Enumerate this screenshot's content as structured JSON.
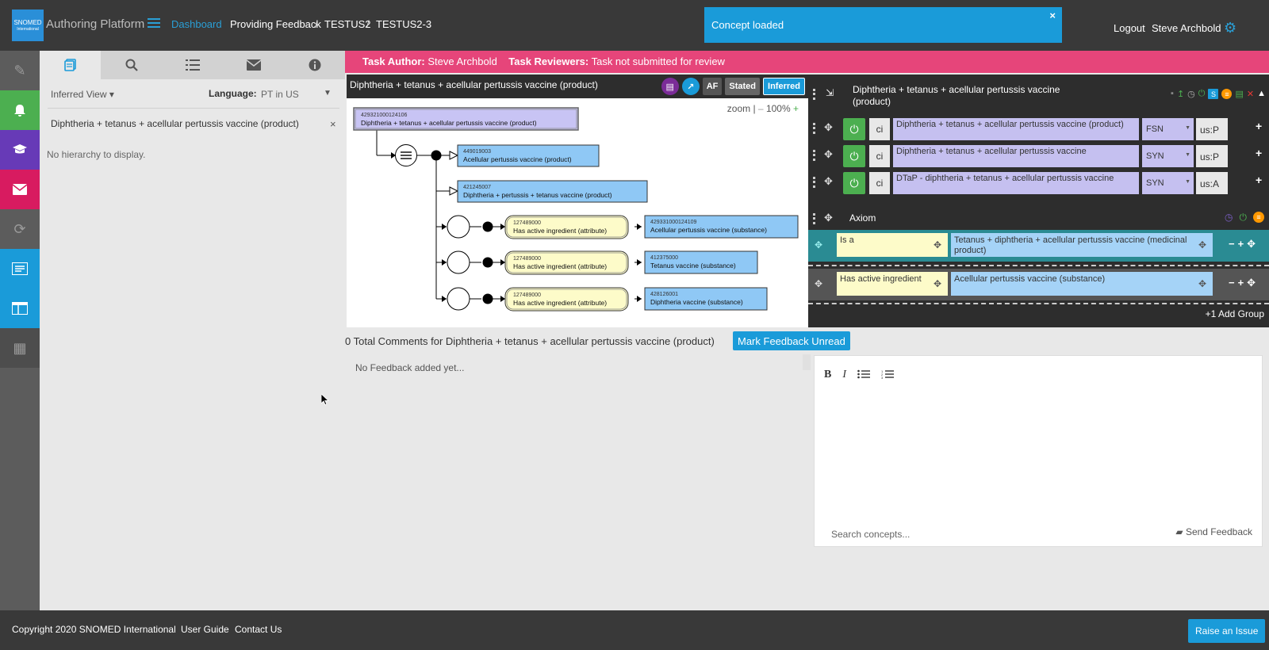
{
  "header": {
    "logo_text": "SNOMED",
    "logo_sub": "International",
    "app_title": "Authoring Platform",
    "breadcrumb": {
      "dashboard": "Dashboard",
      "task": "Providing Feedback",
      "separator": "/",
      "project": "TESTUS2",
      "task_key": "TESTUS2-3"
    },
    "toast": {
      "message": "Concept loaded",
      "close": "×"
    },
    "logout": "Logout",
    "user": "Steve Archbold",
    "icons": {
      "menu": "hamburger-icon",
      "settings": "gear-icon"
    }
  },
  "rail": {
    "items": [
      {
        "name": "edit-icon",
        "glyph": "✎"
      },
      {
        "name": "bell-icon",
        "glyph": "🔔"
      },
      {
        "name": "education-icon",
        "glyph": "🎓"
      },
      {
        "name": "mail-icon",
        "glyph": "✉"
      },
      {
        "name": "sync-icon",
        "glyph": "⟳"
      },
      {
        "name": "list-icon",
        "glyph": "☰"
      },
      {
        "name": "browser-icon",
        "glyph": "▤"
      },
      {
        "name": "grid-icon",
        "glyph": "▦"
      }
    ],
    "colors": {
      "notify": "#4caf50",
      "edu": "#673ab7",
      "mail": "#d81b60",
      "accent": "#1a9bd9"
    }
  },
  "sidebar": {
    "tabs": [
      "hierarchy-icon",
      "search-icon",
      "list-icon",
      "mail-icon",
      "info-icon"
    ],
    "view_select": "Inferred View",
    "language_label": "Language:",
    "language_value": "PT in US",
    "concept_name": "Diphtheria + tetanus + acellular pertussis vaccine (product)",
    "close": "×",
    "no_hierarchy": "No hierarchy to display."
  },
  "task_banner": {
    "author_label": "Task Author:",
    "author": "Steve Archbold",
    "reviewers_label": "Task Reviewers:",
    "reviewers": "Task not submitted for review"
  },
  "diagram": {
    "title": "Diphtheria + tetanus + acellular pertussis vaccine (product)",
    "buttons": {
      "af": "AF",
      "stated": "Stated",
      "inferred": "Inferred"
    },
    "zoom_label": "zoom |",
    "zoom_minus": "–",
    "zoom_value": "100%",
    "zoom_plus": "+",
    "root": {
      "id": "429321000124106",
      "label": "Diphtheria + tetanus + acellular pertussis vaccine (product)"
    },
    "parents": [
      {
        "id": "449019003",
        "label": "Acellular pertussis vaccine (product)"
      },
      {
        "id": "421245007",
        "label": "Diphtheria + pertussis + tetanus vaccine (product)"
      }
    ],
    "attributes": [
      {
        "attr_id": "127489000",
        "attr_label": "Has active ingredient (attribute)",
        "target_id": "429331000124109",
        "target_label": "Acellular pertussis vaccine (substance)"
      },
      {
        "attr_id": "127489000",
        "attr_label": "Has active ingredient (attribute)",
        "target_id": "412375000",
        "target_label": "Tetanus vaccine (substance)"
      },
      {
        "attr_id": "127489000",
        "attr_label": "Has active ingredient (attribute)",
        "target_id": "428126001",
        "target_label": "Diphtheria vaccine (substance)"
      }
    ]
  },
  "editor": {
    "title": "Diphtheria + tetanus + acellular pertussis vaccine (product)",
    "descriptions": [
      {
        "case": "ci",
        "term": "Diphtheria + tetanus + acellular pertussis vaccine (product)",
        "type": "FSN",
        "lang": "us:P"
      },
      {
        "case": "ci",
        "term": "Diphtheria + tetanus + acellular pertussis vaccine",
        "type": "SYN",
        "lang": "us:P"
      },
      {
        "case": "ci",
        "term": "DTaP - diphtheria + tetanus + acellular pertussis vaccine",
        "type": "SYN",
        "lang": "us:A"
      }
    ],
    "axiom_label": "Axiom",
    "relationships": [
      {
        "type": "Is a",
        "target": "Tetanus + diphtheria + acellular pertussis vaccine (medicinal product)"
      },
      {
        "type": "Has active ingredient",
        "target": "Acellular pertussis vaccine (substance)"
      }
    ],
    "add_group": "+1 Add Group"
  },
  "feedback": {
    "comments_count": "0 Total Comments for Diphtheria + tetanus + acellular pertussis vaccine (product)",
    "mark_unread": "Mark Feedback Unread",
    "no_feedback": "No Feedback added yet...",
    "toolbar": {
      "bold": "B",
      "italic": "I"
    },
    "search_placeholder": "Search concepts...",
    "send": "Send Feedback"
  },
  "footer": {
    "copyright": "Copyright 2020 SNOMED International",
    "user_guide": "User Guide",
    "contact": "Contact Us",
    "raise_issue": "Raise an Issue"
  }
}
